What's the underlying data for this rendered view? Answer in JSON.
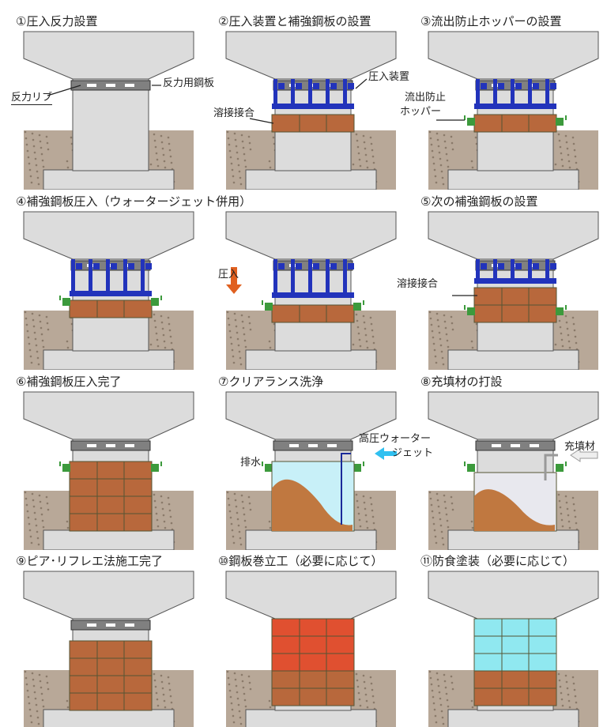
{
  "title_row2": "④補強鋼板圧入（ウォータージェット併用）",
  "colors": {
    "concrete": "#dcdcdc",
    "soil": "#b8a898",
    "plate": "#b8683c",
    "jack": "#2233bb",
    "hopper": "#3c9a3c",
    "water": "#c8f0f8",
    "red_plate": "#e05030",
    "cyan_plate": "#90e8f0"
  },
  "panels": [
    {
      "id": "p1",
      "title": "①圧入反力設置",
      "labels": [
        "反力リブ",
        "反力用鋼板"
      ]
    },
    {
      "id": "p2",
      "title": "②圧入装置と補強鋼板の設置",
      "labels": [
        "圧入装置",
        "溶接接合"
      ]
    },
    {
      "id": "p3",
      "title": "③流出防止ホッパーの設置",
      "labels": [
        "流出防止",
        "ホッパー"
      ]
    },
    {
      "id": "p4a",
      "title": "",
      "labels": []
    },
    {
      "id": "p4b",
      "title": "",
      "labels": [
        "圧入"
      ]
    },
    {
      "id": "p5",
      "title": "⑤次の補強鋼板の設置",
      "labels": [
        "溶接接合"
      ]
    },
    {
      "id": "p6",
      "title": "⑥補強鋼板圧入完了",
      "labels": []
    },
    {
      "id": "p7",
      "title": "⑦クリアランス洗浄",
      "labels": [
        "高圧ウォーター",
        "ジェット",
        "排水"
      ]
    },
    {
      "id": "p8",
      "title": "⑧充填材の打設",
      "labels": [
        "充填材"
      ]
    },
    {
      "id": "p9",
      "title": "⑨ピア･リフレエ法施工完了",
      "labels": []
    },
    {
      "id": "p10",
      "title": "⑩鋼板巻立工（必要に応じて）",
      "labels": []
    },
    {
      "id": "p11",
      "title": "⑪防食塗装（必要に応じて）",
      "labels": []
    }
  ]
}
